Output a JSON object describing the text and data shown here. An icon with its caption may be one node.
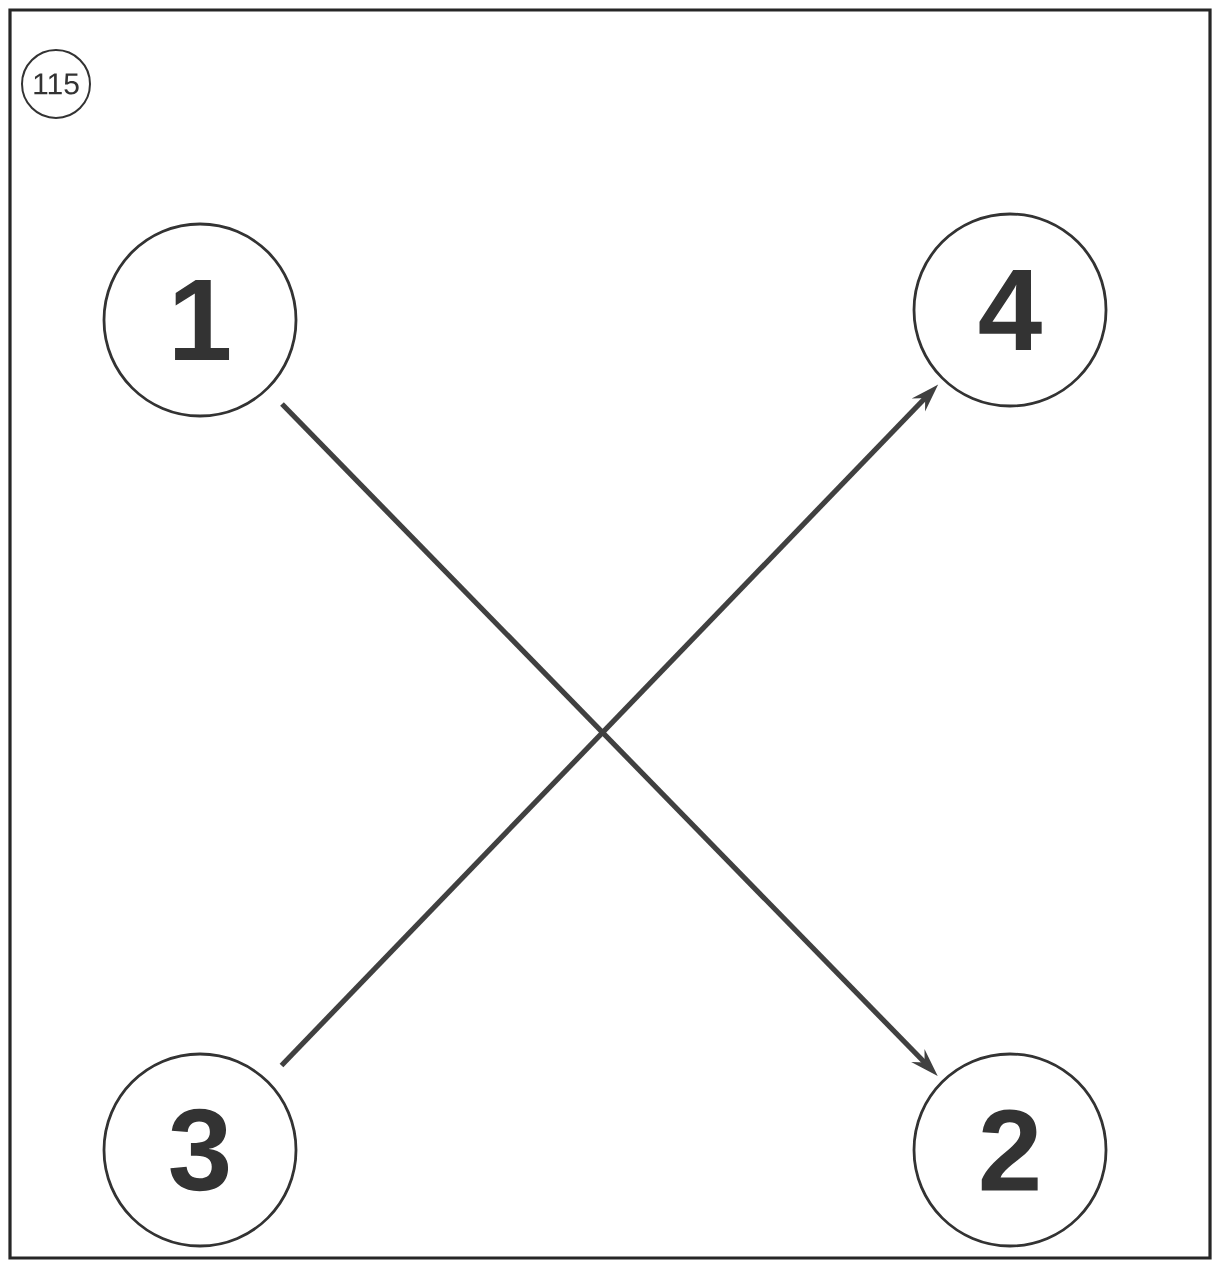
{
  "diagram": {
    "nodes": [
      {
        "text": [
          "115"
        ]
      },
      {
        "text": [
          "1"
        ]
      },
      {
        "text": [
          "4"
        ]
      },
      {
        "text": [
          "3"
        ]
      },
      {
        "text": [
          "2"
        ]
      }
    ],
    "edges": [
      {
        "from": 1,
        "to": 4,
        "arrow": "to"
      },
      {
        "from": 3,
        "to": 2,
        "arrow": "to"
      }
    ]
  }
}
